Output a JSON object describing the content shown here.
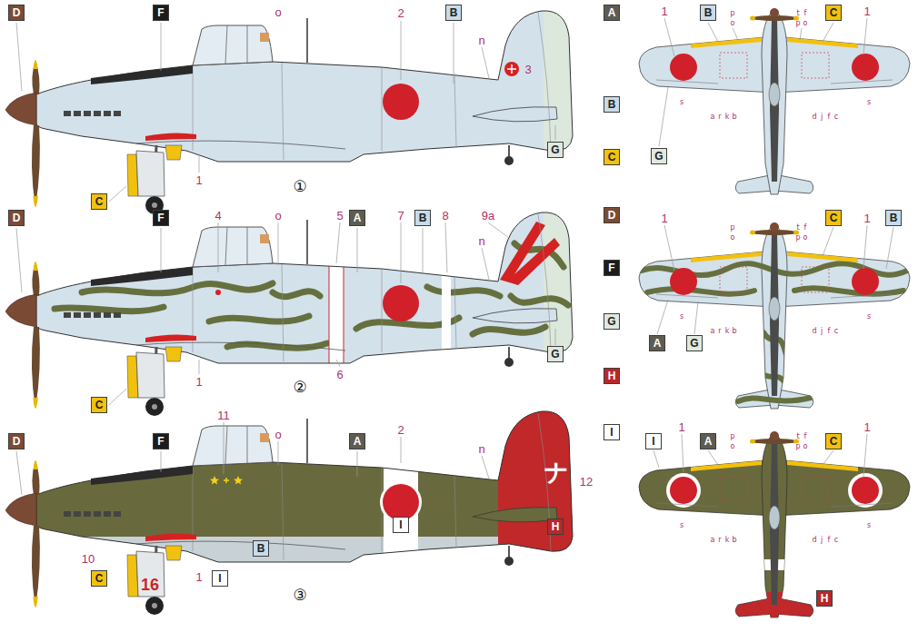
{
  "diagram": {
    "nodes": [
      {
        "text": [
          "D"
        ]
      },
      {
        "text": [
          "F"
        ]
      },
      {
        "text": [
          "B"
        ]
      },
      {
        "text": [
          "A"
        ]
      },
      {
        "text": [
          "B"
        ]
      },
      {
        "text": [
          "C"
        ]
      },
      {
        "text": [
          "G"
        ]
      },
      {
        "text": [
          "G"
        ]
      },
      {
        "text": [
          "B"
        ]
      },
      {
        "text": [
          "C"
        ]
      },
      {
        "text": [
          "C"
        ]
      },
      {
        "text": [
          "D"
        ]
      },
      {
        "text": [
          "D"
        ]
      },
      {
        "text": [
          "F"
        ]
      },
      {
        "text": [
          "A"
        ]
      },
      {
        "text": [
          "B"
        ]
      },
      {
        "text": [
          "C"
        ]
      },
      {
        "text": [
          "B"
        ]
      },
      {
        "text": [
          "F"
        ]
      },
      {
        "text": [
          "G"
        ]
      },
      {
        "text": [
          "A"
        ]
      },
      {
        "text": [
          "G"
        ]
      },
      {
        "text": [
          "G"
        ]
      },
      {
        "text": [
          "H"
        ]
      },
      {
        "text": [
          "C"
        ]
      },
      {
        "text": [
          "I"
        ]
      },
      {
        "text": [
          "D"
        ]
      },
      {
        "text": [
          "F"
        ]
      },
      {
        "text": [
          "A"
        ]
      },
      {
        "text": [
          "I"
        ]
      },
      {
        "text": [
          "A"
        ]
      },
      {
        "text": [
          "C"
        ]
      },
      {
        "text": [
          "H"
        ]
      },
      {
        "text": [
          "I"
        ]
      },
      {
        "text": [
          "B"
        ]
      },
      {
        "text": [
          "C"
        ]
      },
      {
        "text": [
          "I"
        ]
      },
      {
        "text": [
          "H"
        ]
      }
    ],
    "labels": [
      "o",
      "2",
      "n",
      "3",
      "1",
      "①",
      "1",
      "1",
      "p",
      "o",
      "t",
      "f",
      "p",
      "o",
      "s",
      "a",
      "r",
      "k",
      "b",
      "d",
      "j",
      "f",
      "c",
      "s",
      "4",
      "o",
      "5",
      "7",
      "8",
      "9a",
      "n",
      "6",
      "1",
      "②",
      "1",
      "1",
      "p",
      "o",
      "t",
      "f",
      "p",
      "o",
      "s",
      "a",
      "r",
      "k",
      "b",
      "d",
      "j",
      "f",
      "c",
      "s",
      "11",
      "o",
      "2",
      "n",
      "ナ",
      "12",
      "10",
      "16",
      "1",
      "③",
      "1",
      "1",
      "p",
      "o",
      "t",
      "f",
      "p",
      "o",
      "s",
      "a",
      "r",
      "k",
      "b",
      "d",
      "j",
      "f",
      "c",
      "s"
    ]
  }
}
